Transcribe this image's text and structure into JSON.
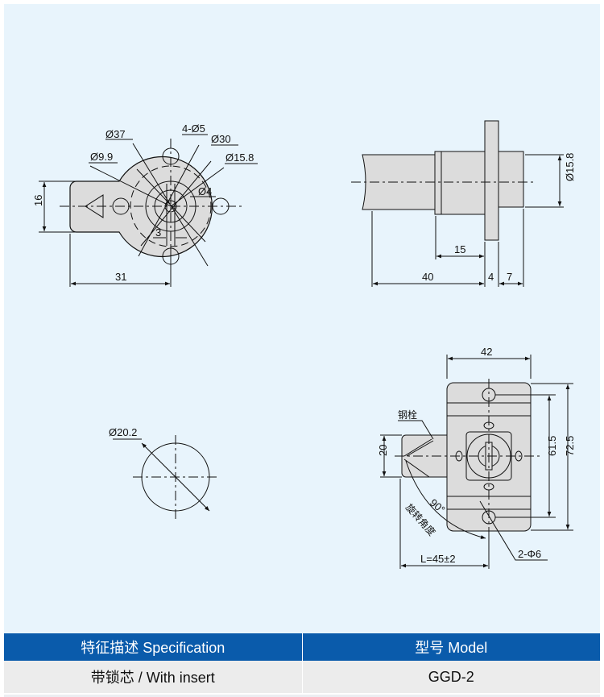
{
  "drawing": {
    "front_view": {
      "d37": "Ø37",
      "holes": "4-Ø5",
      "d30": "Ø30",
      "d9_9": "Ø9.9",
      "d15_8": "Ø15.8",
      "d4": "Ø4",
      "w3": "3",
      "h16": "16",
      "l31": "31"
    },
    "side_view": {
      "d15_8": "Ø15.8",
      "l15": "15",
      "l40": "40",
      "l4": "4",
      "l7": "7"
    },
    "circle_view": {
      "d20_2": "Ø20.2"
    },
    "back_view": {
      "w42": "42",
      "bolt_label": "钢栓",
      "h20": "20",
      "h61_5": "61.5",
      "h72_5": "72.5",
      "angle": "90°",
      "rotation_label": "旋转角度",
      "length": "L=45±2",
      "holes": "2-Φ6"
    }
  },
  "table": {
    "headers": [
      "特征描述 Specification",
      "型号 Model"
    ],
    "rows": [
      [
        "带锁芯 / With insert",
        "GGD-2"
      ]
    ]
  },
  "colors": {
    "background": "#e8f4fc",
    "header": "#0a5bab",
    "row": "#ececec",
    "part_fill": "#dcdcdc"
  }
}
